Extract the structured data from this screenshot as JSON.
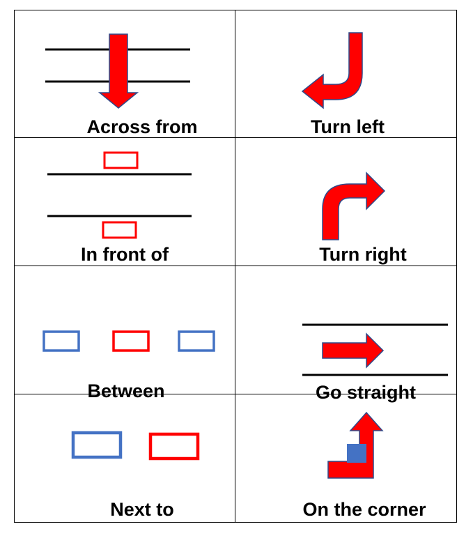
{
  "cards": [
    {
      "id": "across-from",
      "label": "Across from"
    },
    {
      "id": "turn-left",
      "label": "Turn left"
    },
    {
      "id": "in-front-of",
      "label": "In front of"
    },
    {
      "id": "turn-right",
      "label": "Turn right"
    },
    {
      "id": "between",
      "label": "Between"
    },
    {
      "id": "go-straight",
      "label": "Go straight"
    },
    {
      "id": "next-to",
      "label": "Next to"
    },
    {
      "id": "on-the-corner",
      "label": "On the corner"
    }
  ],
  "colors": {
    "red": "#ff0000",
    "arrow_outline": "#2f4a8a",
    "blue": "#4472c4",
    "line": "#000000"
  },
  "icons": [
    "down-arrow-icon",
    "u-turn-left-arrow-icon",
    "bent-right-arrow-icon",
    "right-arrow-icon",
    "corner-arrow-icon",
    "rectangle-icon",
    "square-icon"
  ]
}
